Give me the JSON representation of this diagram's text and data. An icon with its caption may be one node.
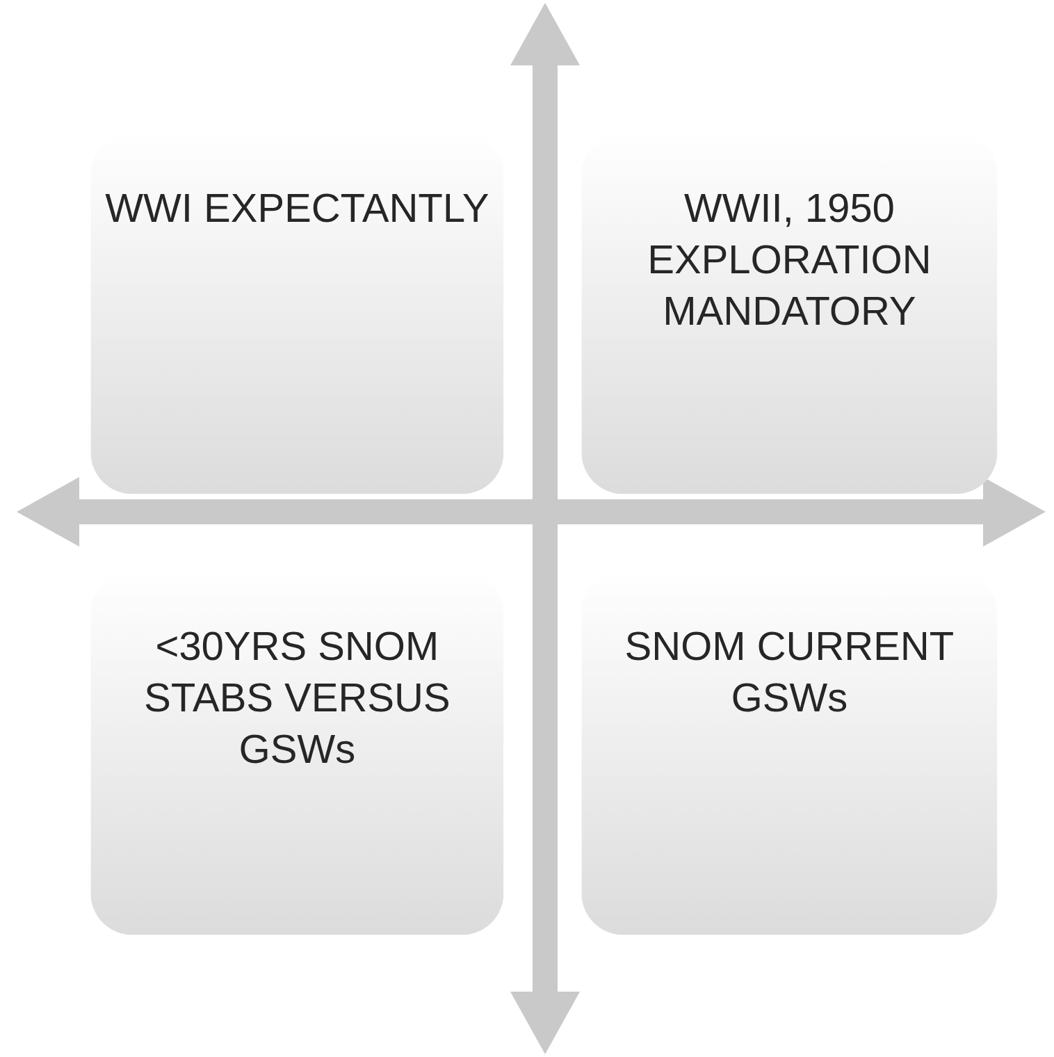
{
  "diagram": {
    "nodes": [
      {
        "text": [
          "WWI EXPECTANTLY"
        ]
      },
      {
        "text": [
          "WWII, 1950 EXPLORATION MANDATORY"
        ]
      },
      {
        "text": [
          "<30YRS SNOM STABS VERSUS GSWs"
        ]
      },
      {
        "text": [
          "SNOM CURRENT GSWs"
        ]
      }
    ]
  }
}
